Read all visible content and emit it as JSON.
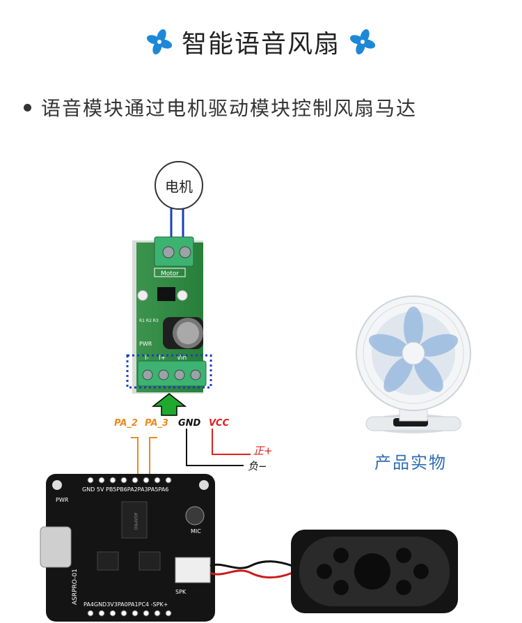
{
  "header": {
    "title": "智能语音风扇",
    "left_icon": "fan-icon",
    "right_icon": "fan-icon",
    "accent_color": "#1e88d8"
  },
  "subtitle": "语音模块通过电机驱动模块控制风扇马达",
  "motor": {
    "label": "电机"
  },
  "driver_board": {
    "silk_labels": [
      "Motor",
      "PWR",
      "R1 R2 R3"
    ],
    "terminal_labels": [
      "I-",
      "I+",
      "Vin"
    ]
  },
  "pins": [
    {
      "label": "PA_2",
      "color": "#e98a1f"
    },
    {
      "label": "PA_3",
      "color": "#e98a1f"
    },
    {
      "label": "GND",
      "color": "#111111"
    },
    {
      "label": "VCC",
      "color": "#e11d1d"
    }
  ],
  "power": {
    "positive": "正+",
    "negative": "负−"
  },
  "voice_module": {
    "top_header": "GND 5V  PB5PB6PA2PA3PA5PA6",
    "bottom_header": "PA4GND3V3PA0PA1PC4 -SPK+",
    "side_label": "ASRPRO-01",
    "pwr_label": "PWR",
    "mic_label": "MIC",
    "spk_label": "SPK",
    "chip_text": "ASRPRO"
  },
  "product": {
    "label": "产品实物"
  }
}
